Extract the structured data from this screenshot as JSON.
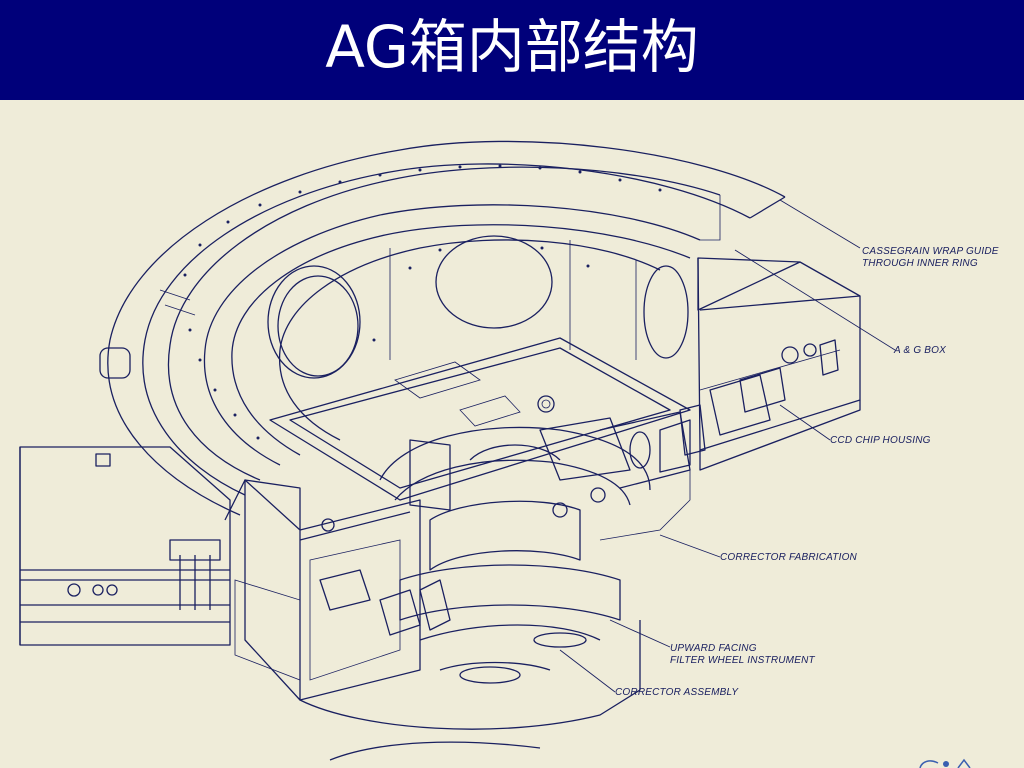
{
  "slide": {
    "title": "AG箱内部结构"
  },
  "callouts": [
    {
      "id": "cassegrain",
      "line1": "CASSEGRAIN WRAP GUIDE",
      "line2": "THROUGH INNER RING"
    },
    {
      "id": "ag-box",
      "line1": "A & G BOX",
      "line2": ""
    },
    {
      "id": "ccd",
      "line1": "CCD CHIP HOUSING",
      "line2": ""
    },
    {
      "id": "corrector-fab",
      "line1": "CORRECTOR FABRICATION",
      "line2": ""
    },
    {
      "id": "filter-wheel",
      "line1": "UPWARD FACING",
      "line2": "FILTER WHEEL INSTRUMENT"
    },
    {
      "id": "corrector-asm",
      "line1": "CORRECTOR ASSEMBLY",
      "line2": ""
    }
  ],
  "colors": {
    "header": "#00007a",
    "background": "#efecd9",
    "ink": "#1a2060",
    "title_text": "#ffffff"
  }
}
